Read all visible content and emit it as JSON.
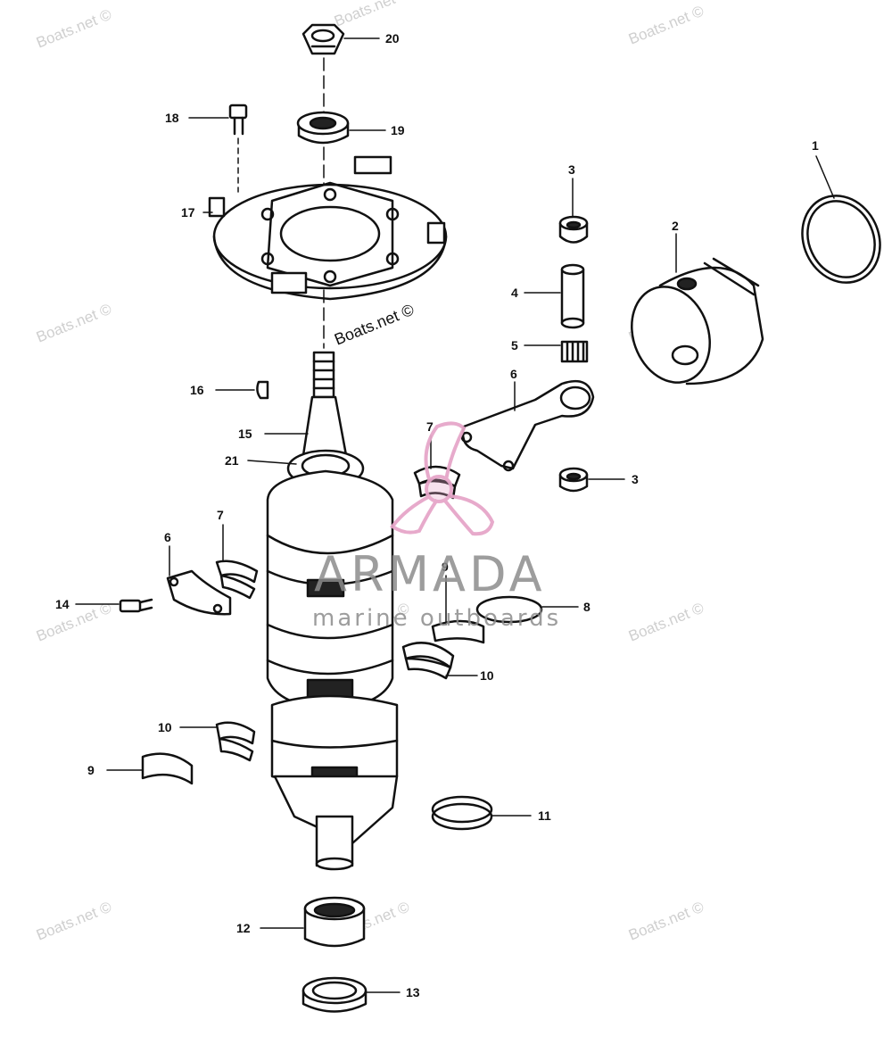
{
  "diagram": {
    "watermark_text": "Boats.net ©",
    "brand_name": "ARMADA",
    "brand_tagline": "marine outboards",
    "brand_color": "#e6a6c9",
    "callouts": [
      "20",
      "19",
      "18",
      "17",
      "1",
      "2",
      "3",
      "4",
      "5",
      "6",
      "3",
      "7",
      "16",
      "15",
      "21",
      "7",
      "6",
      "9",
      "8",
      "14",
      "10",
      "10",
      "9",
      "11",
      "12",
      "13"
    ]
  }
}
